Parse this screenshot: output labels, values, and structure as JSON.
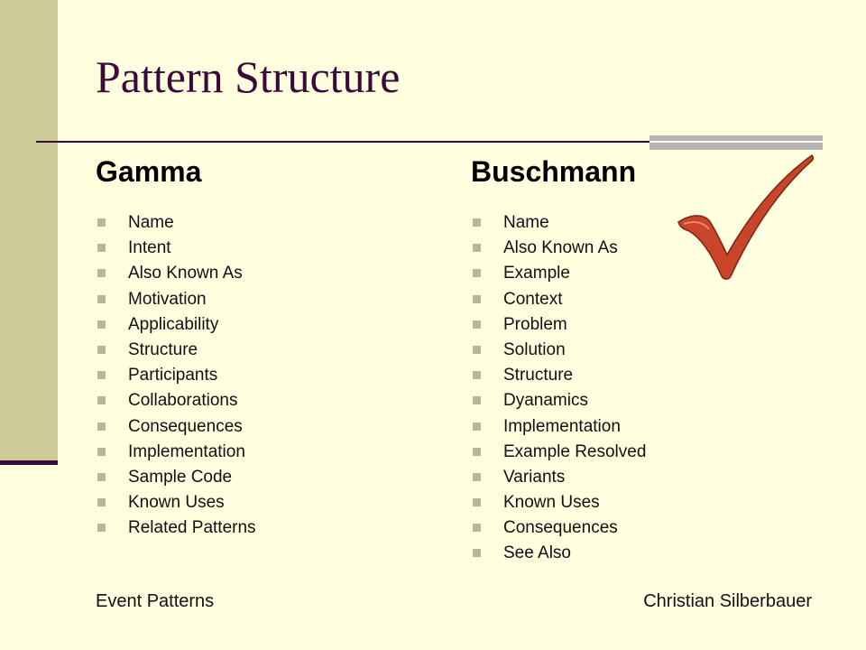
{
  "slide": {
    "title": "Pattern Structure",
    "colors": {
      "background": "#fffedf",
      "sidebar": "#cdcc99",
      "title": "#3a0a3a",
      "bullet": "#b9b797",
      "checkmark": "#c8442a"
    }
  },
  "left_column": {
    "heading": "Gamma",
    "items": [
      "Name",
      "Intent",
      "Also Known As",
      "Motivation",
      "Applicability",
      "Structure",
      "Participants",
      "Collaborations",
      "Consequences",
      "Implementation",
      "Sample Code",
      "Known Uses",
      "Related Patterns"
    ]
  },
  "right_column": {
    "heading": "Buschmann",
    "items": [
      "Name",
      "Also Known As",
      "Example",
      "Context",
      "Problem",
      "Solution",
      "Structure",
      "Dyanamics",
      "Implementation",
      "Example Resolved",
      "Variants",
      "Known Uses",
      "Consequences",
      "See Also"
    ]
  },
  "decoration": {
    "icon": "checkmark-icon"
  },
  "footer": {
    "left": "Event Patterns",
    "right": "Christian Silberbauer"
  }
}
